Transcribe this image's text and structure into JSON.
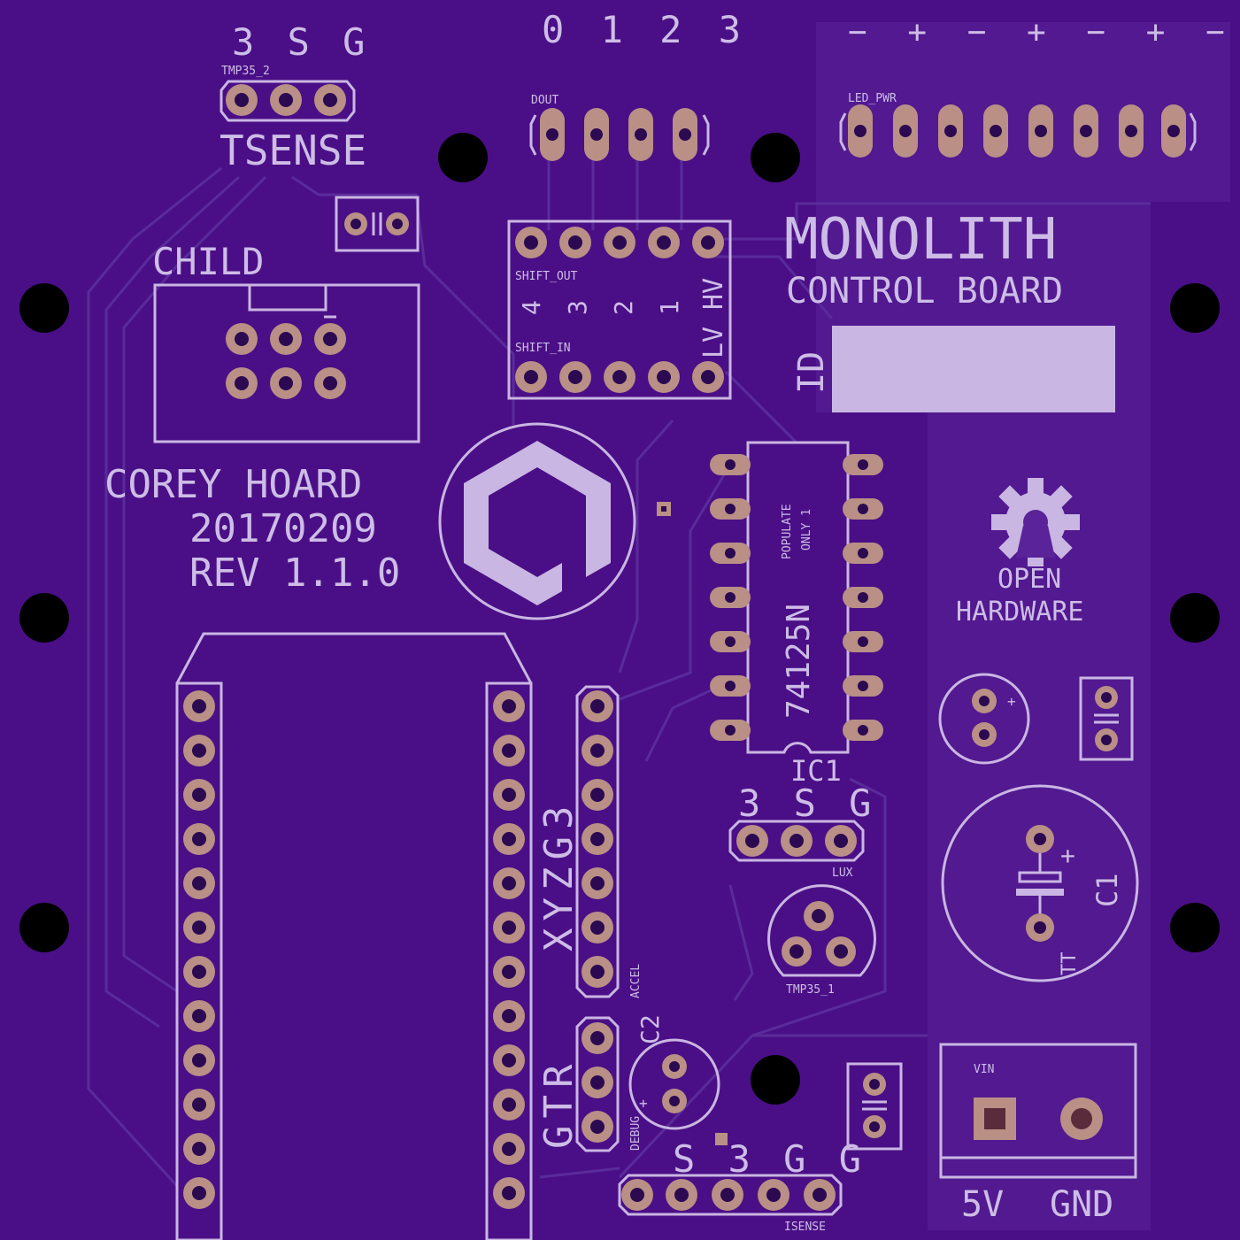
{
  "colors": {
    "board": "#4a0f86",
    "silkscreen": "#c9b6e2",
    "copper_pad": "#b98f86",
    "drill": "#000000"
  },
  "labels": {
    "tsense_top": "3 S G",
    "tmp35_2": "TMP35_2",
    "tsense": "TSENSE",
    "dout_numbers": "0 1 2 3",
    "dout": "DOUT",
    "led_polarity": "− + − + − + − +",
    "led_pwr": "LED_PWR",
    "child": "CHILD",
    "shift_out": "SHIFT_OUT",
    "shift_in": "SHIFT_IN",
    "shift_nums": [
      "4",
      "3",
      "2",
      "1"
    ],
    "lv": "LV",
    "hv": "HV",
    "title": "MONOLITH",
    "subtitle": "CONTROL BOARD",
    "id": "ID",
    "author": "COREY HOARD",
    "date": "20170209",
    "rev": "REV 1.1.0",
    "populate": "POPULATE",
    "only_1": "ONLY 1",
    "chip": "74125N",
    "ic1": "IC1",
    "open": "OPEN",
    "hardware": "HARDWARE",
    "xyzg3": "XYZG3",
    "accel": "ACCEL",
    "lux_top": "3 S G",
    "lux": "LUX",
    "tmp35_1": "TMP35_1",
    "c1": "C1",
    "c1_plus": "+",
    "c1_tt": "TT",
    "c2": "C2",
    "c2_plus": "+",
    "gtr": "GTR",
    "debug": "DEBUG",
    "isense_top": "S 3 G G",
    "isense": "ISENSE",
    "vin": "VIN",
    "v5": "5V",
    "gnd": "GND"
  }
}
